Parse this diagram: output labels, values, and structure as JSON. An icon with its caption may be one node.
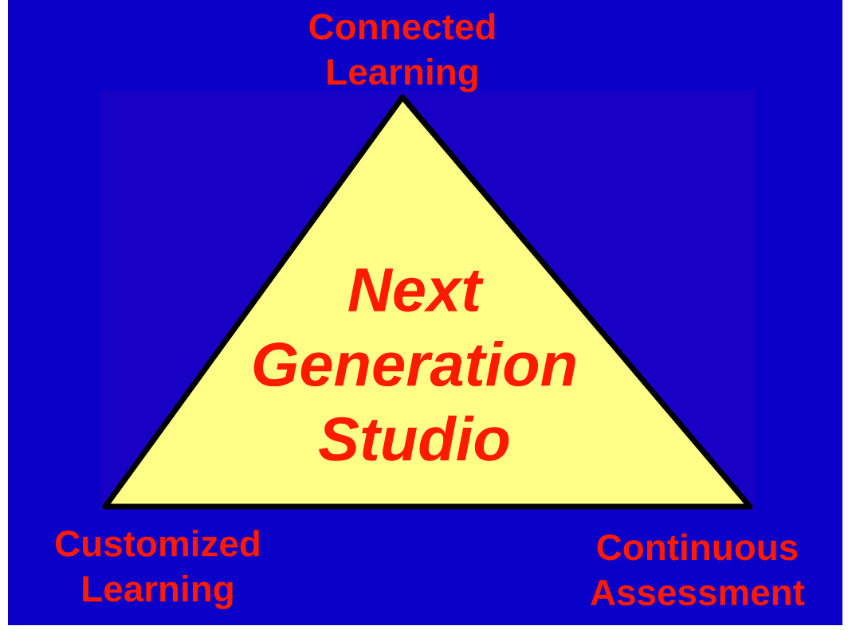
{
  "diagram": {
    "nodes": [
      {
        "text": [
          "Next Generation Studio"
        ]
      }
    ],
    "labels": [
      "Connected Learning",
      "Customized Learning",
      "Continuous Assessment"
    ]
  }
}
